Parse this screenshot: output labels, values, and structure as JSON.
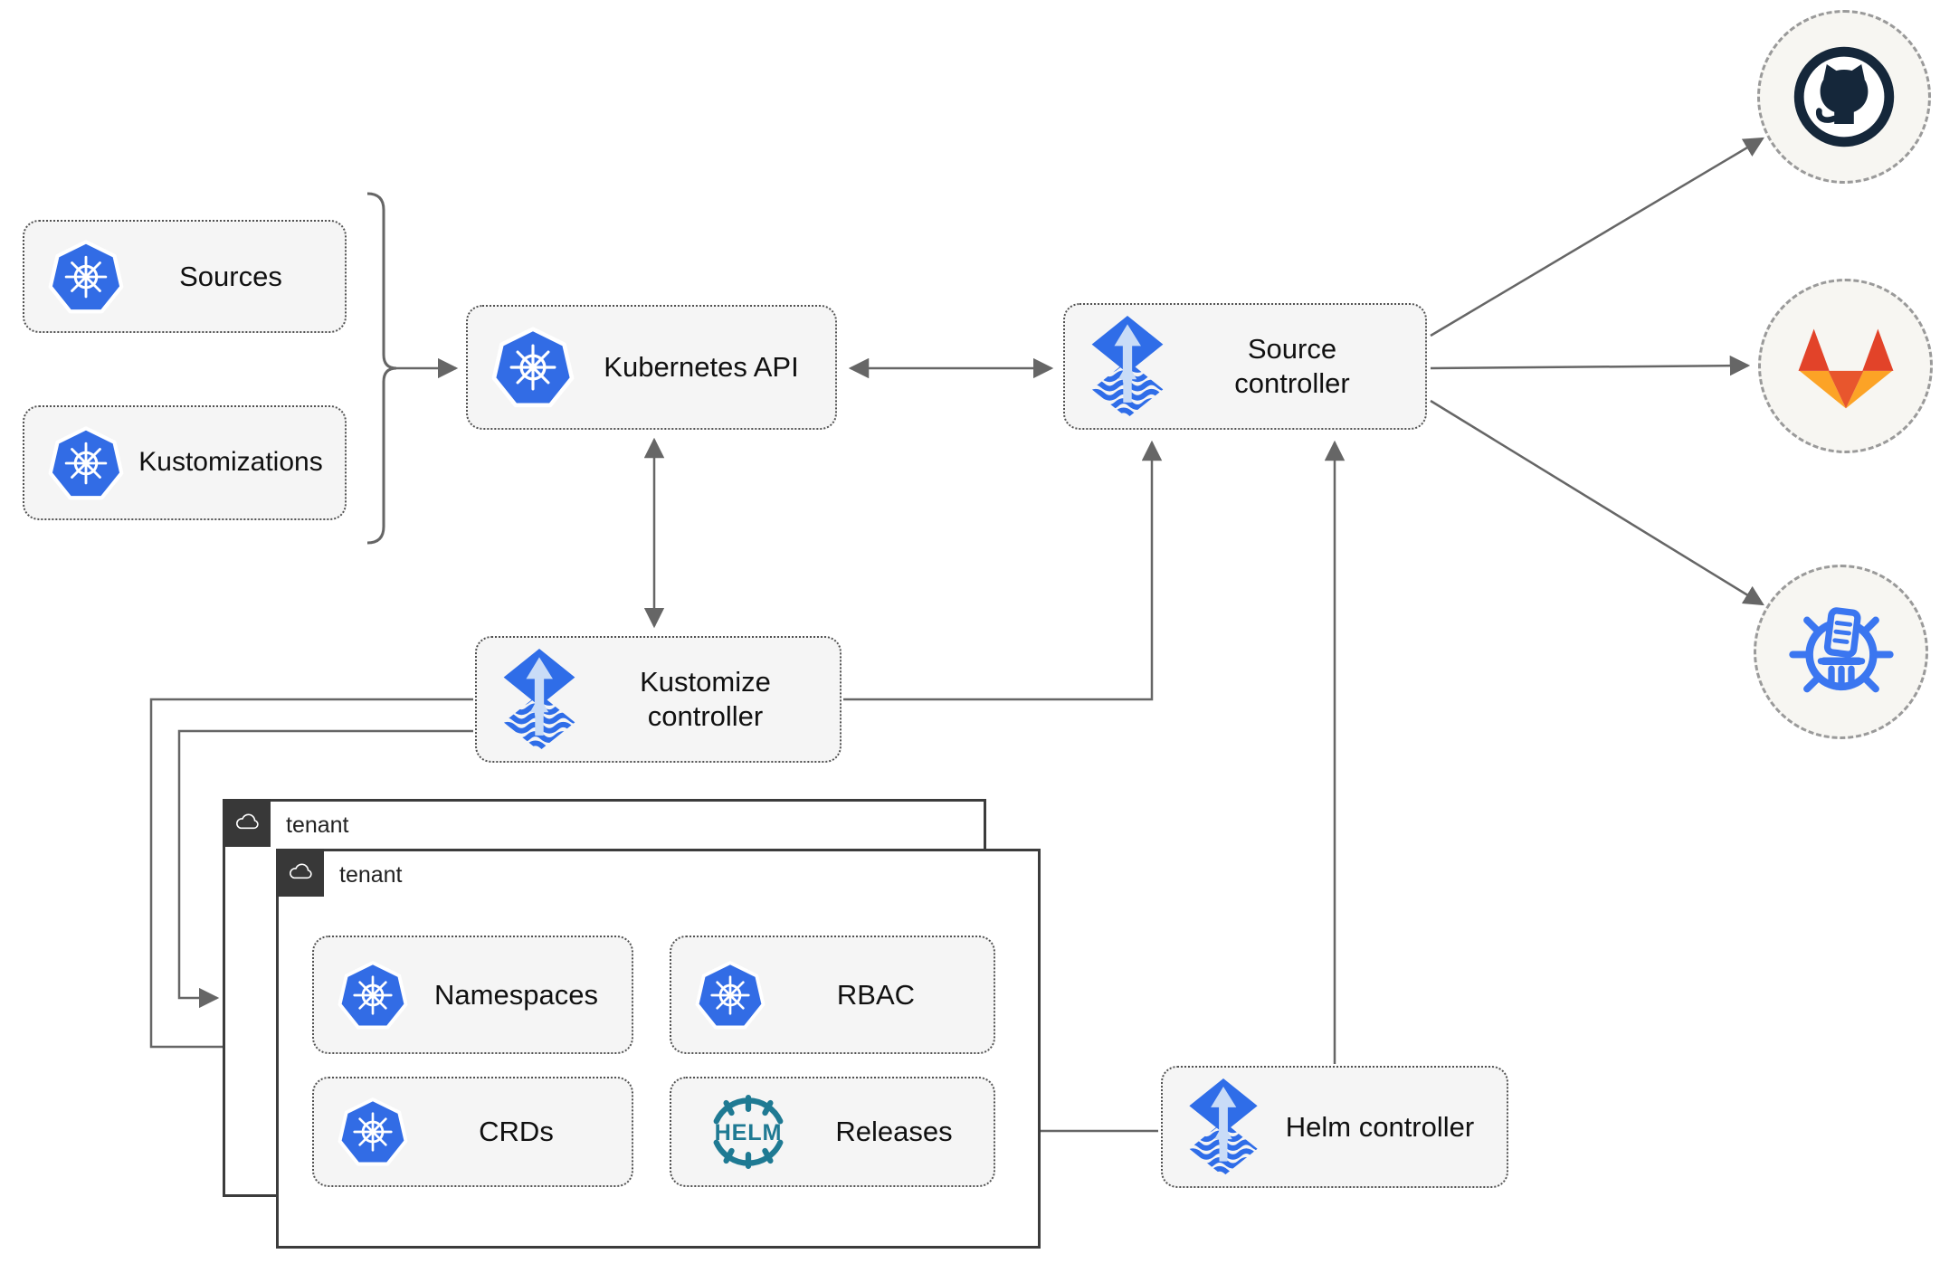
{
  "nodes": {
    "sources": {
      "label": "Sources",
      "icon": "kubernetes-icon"
    },
    "kustomizations": {
      "label": "Kustomizations",
      "icon": "kubernetes-icon"
    },
    "kubernetes_api": {
      "label": "Kubernetes API",
      "icon": "kubernetes-icon"
    },
    "source_controller": {
      "label": "Source controller",
      "icon": "flux-icon"
    },
    "kustomize_controller": {
      "label": "Kustomize controller",
      "icon": "flux-icon"
    },
    "helm_controller": {
      "label": "Helm controller",
      "icon": "flux-icon"
    },
    "namespaces": {
      "label": "Namespaces",
      "icon": "kubernetes-icon"
    },
    "rbac": {
      "label": "RBAC",
      "icon": "kubernetes-icon"
    },
    "crds": {
      "label": "CRDs",
      "icon": "kubernetes-icon"
    },
    "releases": {
      "label": "Releases",
      "icon": "helm-logo"
    }
  },
  "containers": [
    {
      "id": "tenant-outer",
      "label": "tenant",
      "icon": "cloud-icon"
    },
    {
      "id": "tenant-inner",
      "label": "tenant",
      "icon": "cloud-icon"
    }
  ],
  "endpoints": [
    {
      "id": "github",
      "icon": "github-icon"
    },
    {
      "id": "gitlab",
      "icon": "gitlab-icon"
    },
    {
      "id": "chartmuseum",
      "icon": "chartmuseum-icon"
    }
  ],
  "icons": {
    "helm_wordmark": "HELM"
  },
  "edges": [
    {
      "from": "sources+kustomizations",
      "to": "kubernetes_api",
      "bidirectional": false
    },
    {
      "from": "kubernetes_api",
      "to": "source_controller",
      "bidirectional": true
    },
    {
      "from": "kubernetes_api",
      "to": "kustomize_controller",
      "bidirectional": true
    },
    {
      "from": "kustomize_controller",
      "to": "source_controller",
      "bidirectional": false
    },
    {
      "from": "helm_controller",
      "to": "source_controller",
      "bidirectional": false
    },
    {
      "from": "helm_controller",
      "to": "releases",
      "bidirectional": false
    },
    {
      "from": "kustomize_controller",
      "to": "tenant-outer",
      "bidirectional": false
    },
    {
      "from": "kustomize_controller",
      "to": "tenant-inner",
      "bidirectional": false
    },
    {
      "from": "source_controller",
      "to": "github",
      "bidirectional": false
    },
    {
      "from": "source_controller",
      "to": "gitlab",
      "bidirectional": false
    },
    {
      "from": "source_controller",
      "to": "chartmuseum",
      "bidirectional": false
    }
  ],
  "colors": {
    "kubernetes_blue": "#326ce5",
    "flux_blue": "#2f6de8",
    "flux_light": "#c9dcf7",
    "helm_teal": "#1f7a93",
    "github_navy": "#15273a",
    "gitlab_red": "#e24329",
    "gitlab_orange": "#e8562d",
    "gitlab_light_orange": "#fca326",
    "chartmuseum_blue": "#3b76f0",
    "arrow_gray": "#666666",
    "node_fill": "#f5f5f5",
    "tenant_tag_bg": "#383838",
    "endpoint_fill": "#f7f6f2"
  }
}
